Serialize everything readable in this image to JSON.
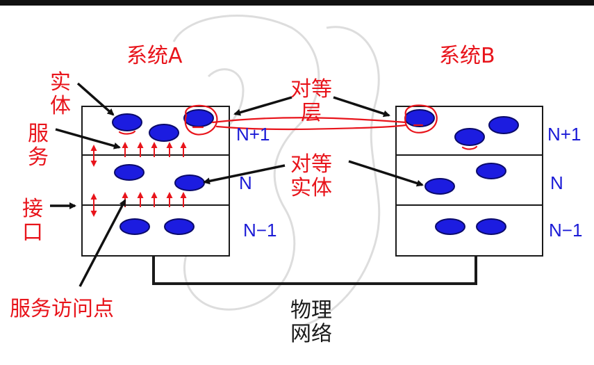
{
  "systemA": {
    "title": "系统A"
  },
  "systemB": {
    "title": "系统B"
  },
  "layers": {
    "upper": "N+1",
    "middle": "N",
    "lower": "N−1"
  },
  "labels": {
    "entity": [
      "实",
      "体"
    ],
    "service": [
      "服",
      "务"
    ],
    "interface": [
      "接",
      "口"
    ],
    "sap": "服务访问点",
    "peer_layer": [
      "对等",
      "层"
    ],
    "peer_entity": [
      "对等",
      "实体"
    ],
    "physical_network": [
      "物理",
      "网络"
    ]
  },
  "colors": {
    "label_red": "#e8141b",
    "layer_blue": "#1a1ad6",
    "entity_fill": "#1c1ce0",
    "entity_stroke": "#0a0a6a",
    "box_border": "#1a1a1a",
    "faint_watermark": "#dcdcdc"
  }
}
